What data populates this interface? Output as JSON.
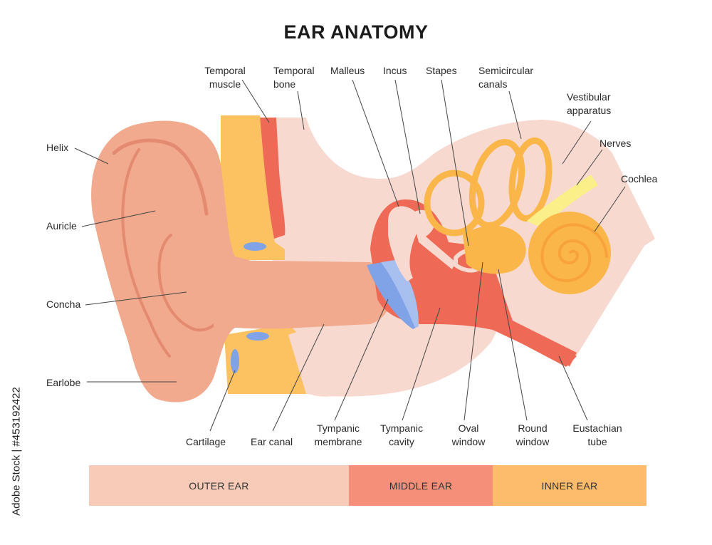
{
  "title": "EAR ANATOMY",
  "labels": {
    "temporal_muscle": [
      "Temporal",
      "muscle"
    ],
    "temporal_bone": [
      "Temporal",
      "bone"
    ],
    "malleus": "Malleus",
    "incus": "Incus",
    "stapes": "Stapes",
    "semicircular_canals": [
      "Semicircular",
      "canals"
    ],
    "vestibular_apparatus": [
      "Vestibular",
      "apparatus"
    ],
    "nerves": "Nerves",
    "cochlea": "Cochlea",
    "helix": "Helix",
    "auricle": "Auricle",
    "concha": "Concha",
    "earlobe": "Earlobe",
    "cartilage": "Cartilage",
    "ear_canal": "Ear canal",
    "tympanic_membrane": [
      "Tympanic",
      "membrane"
    ],
    "tympanic_cavity": [
      "Tympanic",
      "cavity"
    ],
    "oval_window": [
      "Oval",
      "window"
    ],
    "round_window": [
      "Round",
      "window"
    ],
    "eustachian_tube": [
      "Eustachian",
      "tube"
    ]
  },
  "legend": [
    {
      "label": "OUTER EAR",
      "color": "#f7cbb8"
    },
    {
      "label": "MIDDLE EAR",
      "color": "#f58f7a"
    },
    {
      "label": "INNER EAR",
      "color": "#fdbb6c"
    }
  ],
  "colors": {
    "skin": "#f1aa8d",
    "skin_dark": "#e6977a",
    "bone": "#f8d9cf",
    "temporal_muscle": "#ef6a56",
    "cartilage": "#fcc161",
    "membrane": "#7fa3e6",
    "inner_ear": "#fbb64a",
    "nerves": "#fbef8a"
  },
  "watermark": "Adobe Stock | #453192422"
}
